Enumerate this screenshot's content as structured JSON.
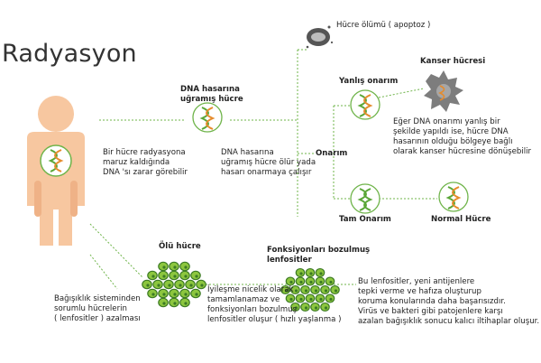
{
  "title": "Radyasyon",
  "labels": {
    "cell_death": "Hücre ölümü ( apoptoz )",
    "dna_damaged_cell": [
      "DNA hasarına",
      "uğramış hücre"
    ],
    "intro": [
      "Bir hücre radyasyona",
      "maruz kaldığında",
      "DNA 'sı zarar görebilir"
    ],
    "dna_outcome": [
      "DNA hasarına",
      "uğramış hücre ölür yada",
      "hasarı onarmaya çalışır"
    ],
    "repair": "Onarım",
    "wrong_repair": "Yanlış onarım",
    "cancer_cell": "Kanser hücresi",
    "cancer_text": [
      "Eğer DNA onarımı yanlış bir",
      "şekilde yapıldı ise, hücre DNA",
      "hasarının olduğu bölgeye bağlı",
      "olarak kanser hücresine dönüşebilir"
    ],
    "full_repair": "Tam Onarım",
    "normal_cell": "Normal Hücre",
    "dead_cell": "Ölü hücre",
    "immune_text": [
      "Bağışıklık sisteminden",
      "sorumlu hücrelerin",
      "( lenfositler ) azalması"
    ],
    "malfunction": [
      "Fonksiyonları bozulmuş",
      "lenfositler"
    ],
    "healing_text": [
      "İyileşme nicelik olarak",
      "tamamlanamaz ve",
      "fonksiyonları bozulmuş",
      "lenfositler oluşur ( hızlı yaşlanma )"
    ],
    "lymph_text": [
      "Bu lenfositler, yeni antijenlere",
      "tepki verme ve hafıza oluşturup",
      "koruma konularında daha başarısızdır.",
      "Virüs ve bakteri gibi patojenlere karşı",
      "azalan bağışıklık sonucu kalıcı iltihaplar oluşur."
    ]
  },
  "colors": {
    "body": "#f7c7a0",
    "body_shadow": "#efb287",
    "line_green": "#6fb44a",
    "dna_green": "#5aa637",
    "dna_orange": "#e58b2c",
    "cell_fill": "#8cc63e",
    "cell_dark": "#3c7a25",
    "cancer_gray": "#7d7d7d",
    "text": "#222222"
  },
  "icons": [
    "person-icon",
    "dna-cell-icon",
    "dead-cell-icon",
    "cancer-cell-icon",
    "cell-cluster-icon"
  ]
}
